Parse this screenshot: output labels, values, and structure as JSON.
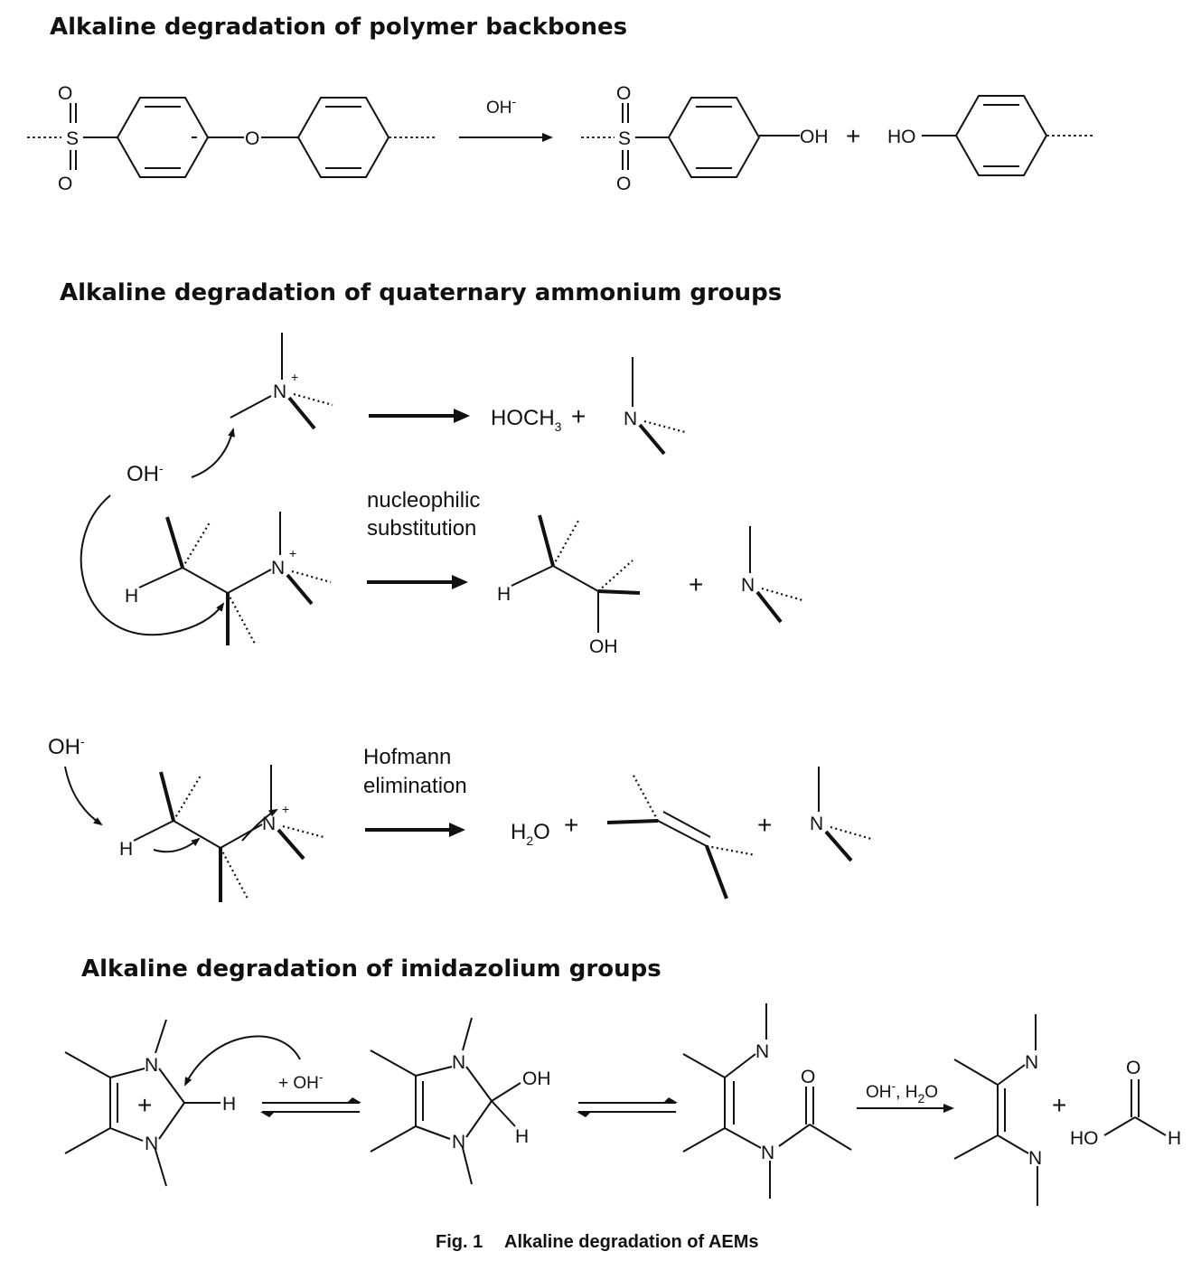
{
  "headings": {
    "backbone": "Alkaline degradation of polymer backbones",
    "quaternary": "Alkaline degradation of quaternary ammonium groups",
    "imidazolium": "Alkaline degradation of imidazolium groups"
  },
  "atoms": {
    "S": "S",
    "O": "O",
    "N": "N",
    "H": "H",
    "OH": "OH",
    "HO": "HO",
    "plus_charge": "+",
    "minus_sup": "-"
  },
  "reagents": {
    "hydroxide": "OH",
    "plus_hydroxide": "+ OH",
    "hydroxide_water": "OH",
    "water_comma": ", H",
    "sub2": "2"
  },
  "products": {
    "methanol": "HOCH",
    "methanol_sub": "3",
    "water": "H",
    "water_tail": "O"
  },
  "labels": {
    "nucleophilic_1": "nucleophilic",
    "nucleophilic_2": "substitution",
    "hofmann_1": "Hofmann",
    "hofmann_2": "elimination",
    "plus": "+"
  },
  "caption": {
    "fig": "Fig. 1",
    "text": "Alkaline degradation of AEMs"
  }
}
